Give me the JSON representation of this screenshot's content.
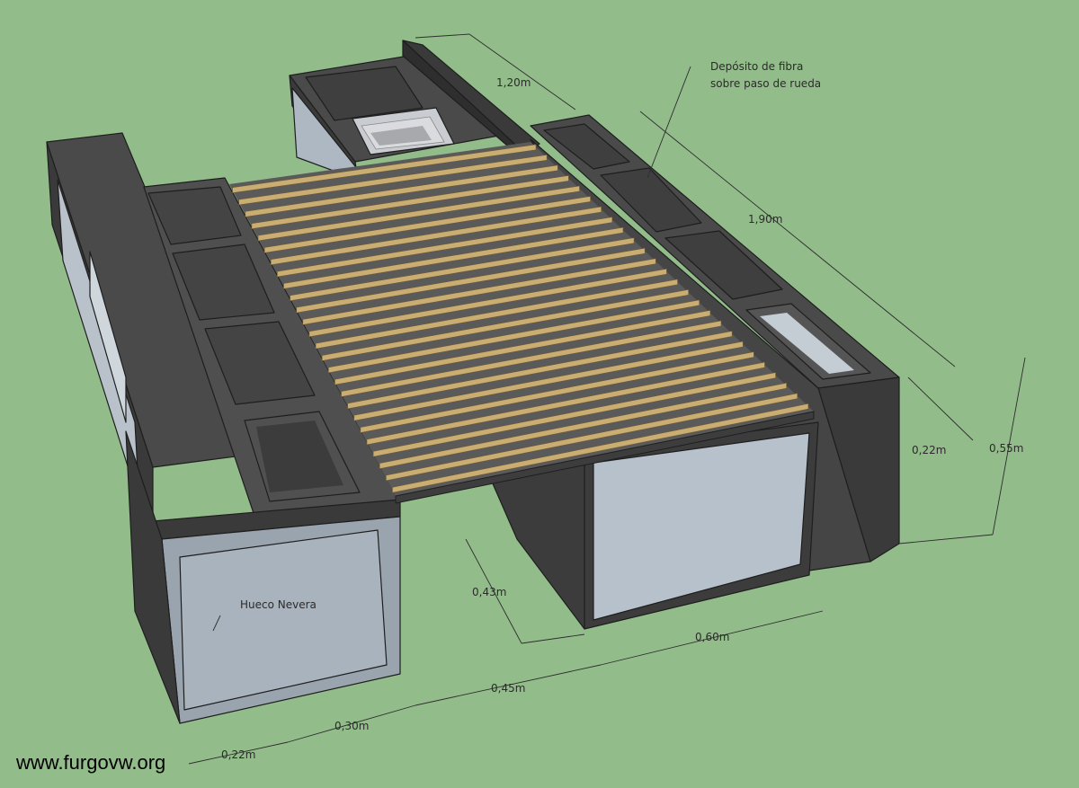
{
  "dimensions": {
    "width_top": "1,20m",
    "length": "1,90m",
    "side_depth": "0,22m",
    "height": "0,55m",
    "block_depth": "0,43m",
    "block_width": "0,60m",
    "gap": "0,45m",
    "fridge_width": "0,30m",
    "front_depth": "0,22m"
  },
  "annotations": {
    "tank_line1": "Depósito de fibra",
    "tank_line2": "sobre paso de rueda",
    "fridge": "Hueco Nevera"
  },
  "watermark": "www.furgovw.org",
  "colors": {
    "background": "#93bc8b",
    "furniture_top": "#4a4a4a",
    "furniture_side": "#3b3b3b",
    "panel_light": "#b8c2cc",
    "slat_wood": "#c9ad72"
  },
  "slat_count": 26
}
